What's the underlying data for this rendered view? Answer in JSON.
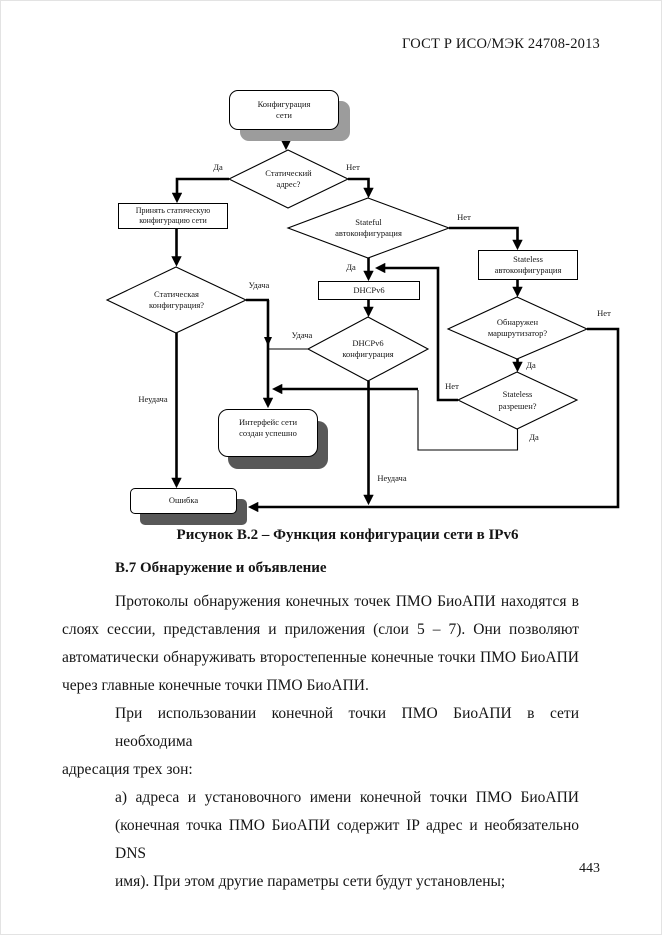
{
  "page": {
    "header": "ГОСТ Р ИСО/МЭК 24708-2013",
    "page_number": "443"
  },
  "figure": {
    "caption": "Рисунок В.2 – Функция конфигурации сети в IPv6",
    "colors": {
      "shadow_light": "#9c9c9c",
      "shadow_dark": "#585858",
      "line": "#000000"
    },
    "nodes": {
      "start": "Конфигурация\nсети",
      "static_address": "Статический\nадрес?",
      "accept_static": "Принять статическую\nконфигурацию сети",
      "static_config": "Статическая\nконфигурация?",
      "stateful": "Stateful\nавтоконфигурация",
      "stateless": "Stateless\nавтоконфигурация",
      "dhcpv6": "DHCPv6",
      "dhcpv6_config": "DHCPv6\nконфигурация",
      "router_detected": "Обнаружен\nмаршрутизатор?",
      "stateless_allowed": "Stateless\nразрешен?",
      "interface_created": "Интерфейс сети\nсоздан успешно",
      "error": "Ошибка"
    },
    "edge_labels": {
      "yes1": "Да",
      "no1": "Нет",
      "yes2": "Да",
      "no2": "Нет",
      "success1": "Удача",
      "success2": "Удача",
      "fail1": "Неудача",
      "fail2": "Неудача",
      "no3": "Нет",
      "yes3": "Да",
      "no4": "Нет",
      "yes4": "Да"
    }
  },
  "section": {
    "heading": "В.7 Обнаружение и объявление"
  },
  "body": {
    "lines": [
      "Протоколы обнаружения конечных точек ПМО БиоАПИ находятся в",
      "слоях сессии, представления и приложения (слои 5 – 7). Они позволяют",
      "автоматически обнаруживать второстепенные конечные точки ПМО БиоАПИ",
      "через главные конечные точки ПМО БиоАПИ.",
      "При использовании конечной точки ПМО БиоАПИ в сети необходима",
      "адресация трех зон:",
      "а) адреса и установочного имени конечной точки ПМО БиоАПИ",
      "(конечная точка ПМО БиоАПИ содержит IP адрес и необязательно DNS",
      "имя). При этом другие параметры сети будут установлены;"
    ]
  }
}
